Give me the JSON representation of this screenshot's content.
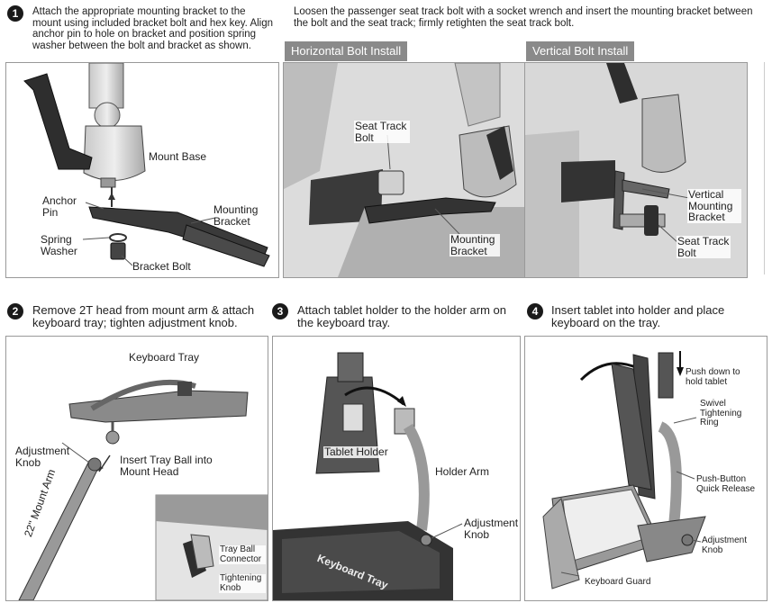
{
  "step1": {
    "number": "1",
    "text": "Attach the appropriate mounting bracket to the mount using included bracket bolt and hex key. Align anchor pin to hole on bracket and position spring washer between the bolt and bracket as shown.",
    "labels": {
      "mount_base": "Mount Base",
      "anchor_pin": "Anchor Pin",
      "mounting_bracket": "Mounting Bracket",
      "spring_washer": "Spring Washer",
      "bracket_bolt": "Bracket Bolt"
    }
  },
  "step1b": {
    "text": "Loosen the passenger seat track bolt with a socket wrench and insert the mounting bracket between the bolt and the seat track; firmly retighten the seat track bolt.",
    "horizontal": {
      "tab": "Horizontal Bolt Install",
      "seat_track_bolt": "Seat Track Bolt",
      "mounting_bracket": "Mounting Bracket"
    },
    "vertical": {
      "tab": "Vertical Bolt Install",
      "vertical_mounting_bracket": "Vertical Mounting Bracket",
      "seat_track_bolt": "Seat Track Bolt"
    }
  },
  "step2": {
    "number": "2",
    "text": "Remove 2T head from mount arm & attach keyboard tray; tighten adjustment knob.",
    "labels": {
      "keyboard_tray": "Keyboard Tray",
      "adjustment_knob": "Adjustment Knob",
      "insert_tray_ball": "Insert Tray Ball into Mount Head",
      "mount_arm": "22\" Mount Arm",
      "tray_ball_connector": "Tray Ball Connector",
      "tightening_knob": "Tightening Knob"
    }
  },
  "step3": {
    "number": "3",
    "text": "Attach tablet holder to the holder arm on the keyboard tray.",
    "labels": {
      "tablet_holder": "Tablet Holder",
      "holder_arm": "Holder Arm",
      "adjustment_knob": "Adjustment Knob",
      "keyboard_tray": "Keyboard Tray"
    }
  },
  "step4": {
    "number": "4",
    "text": "Insert tablet into holder and place keyboard on the tray.",
    "labels": {
      "push_down": "Push down to hold tablet",
      "swivel_ring": "Swivel Tightening Ring",
      "push_button": "Push-Button Quick Release",
      "adjustment_knob": "Adjustment Knob",
      "keyboard_guard": "Keyboard Guard"
    }
  }
}
